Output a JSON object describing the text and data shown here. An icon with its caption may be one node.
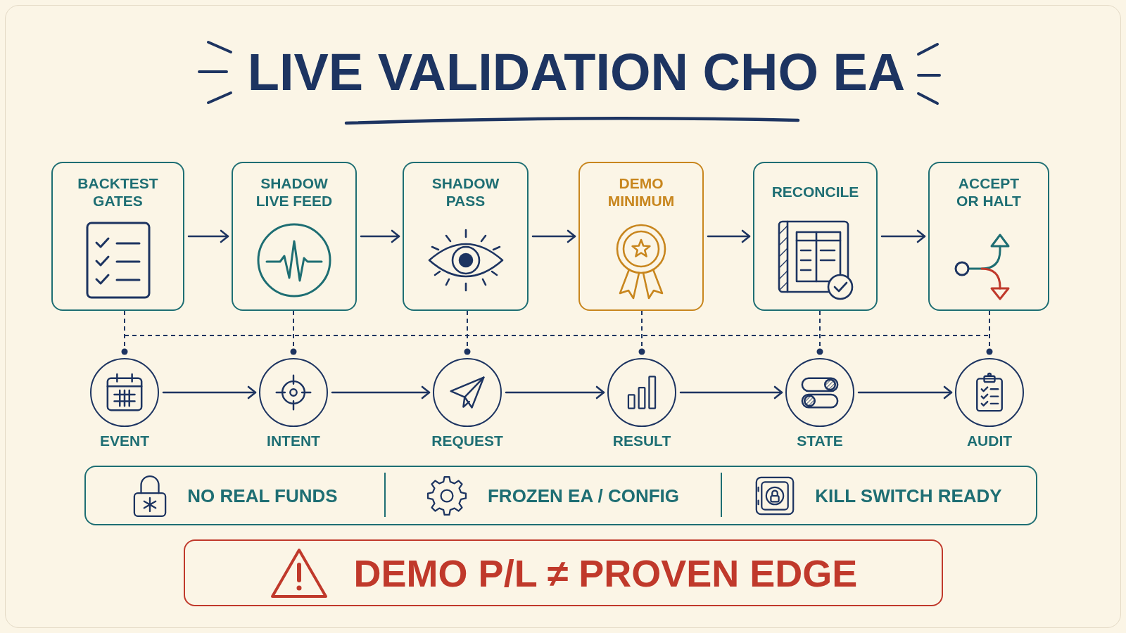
{
  "diagram": {
    "title": "LIVE VALIDATION CHO EA",
    "nodes": [
      {
        "text": [
          "BACKTEST GATES"
        ]
      },
      {
        "text": [
          "SHADOW LIVE FEED"
        ]
      },
      {
        "text": [
          "SHADOW PASS"
        ]
      },
      {
        "text": [
          "DEMO MINIMUM"
        ]
      },
      {
        "text": [
          "RECONCILE"
        ]
      },
      {
        "text": [
          "ACCEPT OR HALT"
        ]
      },
      {
        "text": [
          "EVENT"
        ]
      },
      {
        "text": [
          "INTENT"
        ]
      },
      {
        "text": [
          "REQUEST"
        ]
      },
      {
        "text": [
          "RESULT"
        ]
      },
      {
        "text": [
          "STATE"
        ]
      },
      {
        "text": [
          "AUDIT"
        ]
      },
      {
        "text": [
          "NO REAL FUNDS",
          "FROZEN EA / CONFIG",
          "KILL SWITCH READY"
        ]
      },
      {
        "text": [
          "DEMO P/L ≠ PROVEN EDGE"
        ]
      }
    ],
    "edges": [
      {
        "from": 0,
        "to": 1,
        "arrow": "to"
      },
      {
        "from": 1,
        "to": 2,
        "arrow": "to"
      },
      {
        "from": 2,
        "to": 3,
        "arrow": "to"
      },
      {
        "from": 3,
        "to": 4,
        "arrow": "to"
      },
      {
        "from": 4,
        "to": 5,
        "arrow": "to"
      },
      {
        "from": 0,
        "to": 6,
        "arrow": "other",
        "style": "dashed"
      },
      {
        "from": 1,
        "to": 7,
        "arrow": "other",
        "style": "dashed"
      },
      {
        "from": 2,
        "to": 8,
        "arrow": "other",
        "style": "dashed"
      },
      {
        "from": 3,
        "to": 9,
        "arrow": "other",
        "style": "dashed"
      },
      {
        "from": 4,
        "to": 10,
        "arrow": "other",
        "style": "dashed"
      },
      {
        "from": 5,
        "to": 11,
        "arrow": "other",
        "style": "dashed"
      },
      {
        "from": 6,
        "to": 7,
        "arrow": "to"
      },
      {
        "from": 7,
        "to": 8,
        "arrow": "to"
      },
      {
        "from": 8,
        "to": 9,
        "arrow": "to"
      },
      {
        "from": 9,
        "to": 10,
        "arrow": "to"
      },
      {
        "from": 10,
        "to": 11,
        "arrow": "to"
      }
    ]
  }
}
